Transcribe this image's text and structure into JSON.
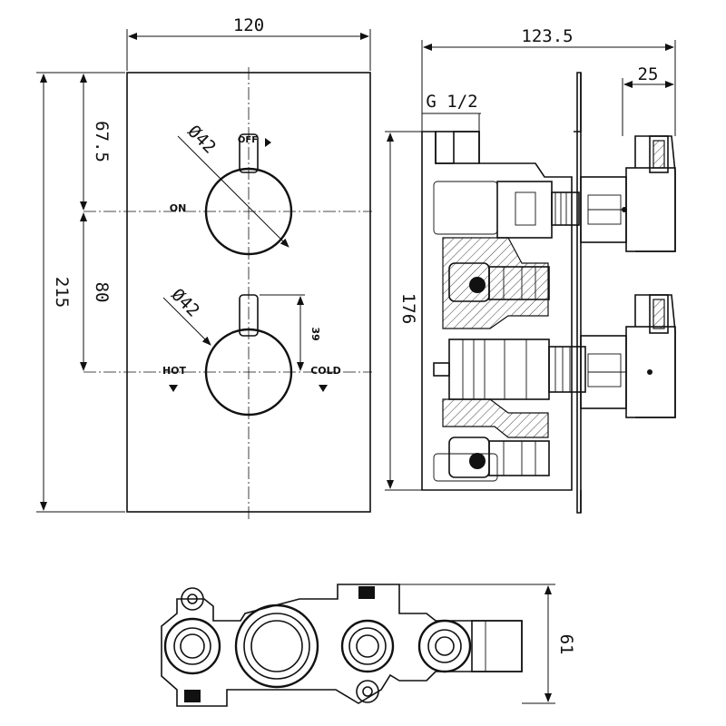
{
  "front_view": {
    "width_dim": "120",
    "height_dim": "215",
    "upper_dim": "67.5",
    "spacing_dim": "80",
    "knob_top_dia": "Ø42",
    "knob_bottom_dia": "Ø42",
    "handle_dim": "39",
    "label_off": "OFF",
    "label_on": "ON",
    "label_hot": "HOT",
    "label_cold": "COLD"
  },
  "side_view": {
    "depth_dim": "123.5",
    "knob_depth_dim": "25",
    "thread_label": "G 1/2",
    "body_height_dim": "176"
  },
  "bottom_view": {
    "body_depth_dim": "61"
  }
}
